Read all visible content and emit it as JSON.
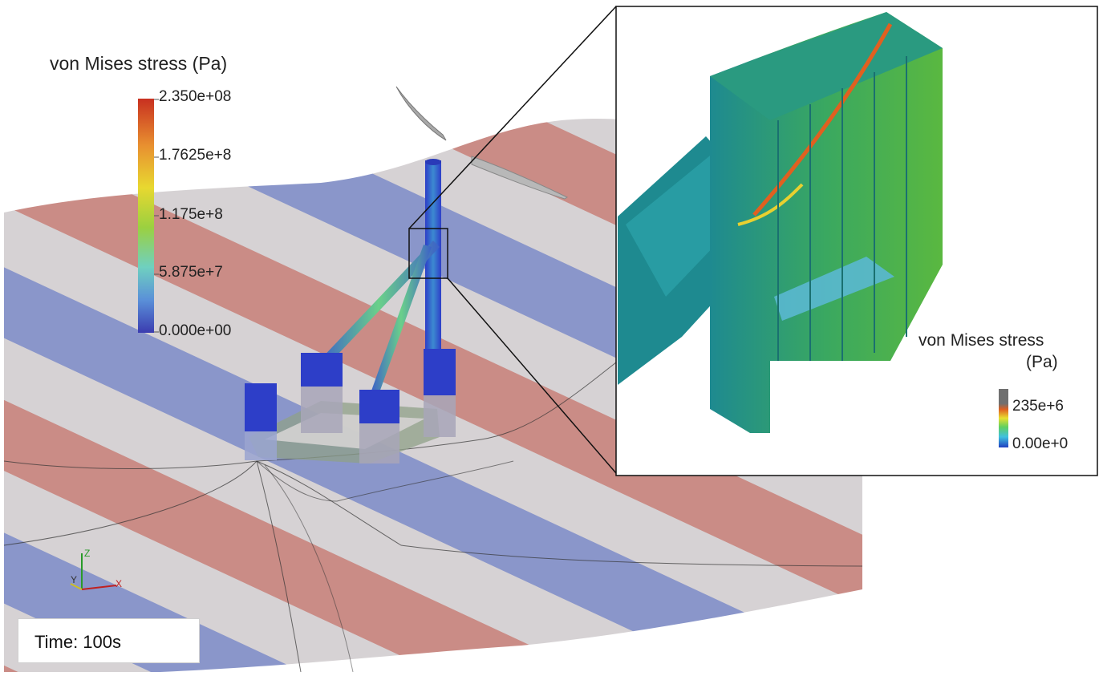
{
  "main_legend": {
    "title": "von Mises stress (Pa)",
    "ticks": [
      "2.350e+08",
      "1.7625e+8",
      "1.175e+8",
      "5.875e+7",
      "0.000e+00"
    ],
    "colors": [
      "#3b4cc0",
      "#5aa0e0",
      "#6fd0a0",
      "#9bd040",
      "#e8d830",
      "#e89030",
      "#c83020"
    ]
  },
  "inset_legend": {
    "title_line1": "von Mises stress",
    "title_line2": "(Pa)",
    "ticks": [
      "235e+6",
      "0.00e+0"
    ],
    "colors": [
      "#2040c0",
      "#40c0e0",
      "#60d060",
      "#e8e030",
      "#e06020",
      "#707070"
    ]
  },
  "axes": {
    "z": "Z",
    "y": "Y",
    "x": "X"
  },
  "time": {
    "label": "Time: 100s"
  },
  "colors": {
    "wave_blue": "#7e8ec8",
    "wave_red": "#c8807a",
    "structure_blue": "#2d3ec8",
    "inset_green": "#3aa860"
  }
}
